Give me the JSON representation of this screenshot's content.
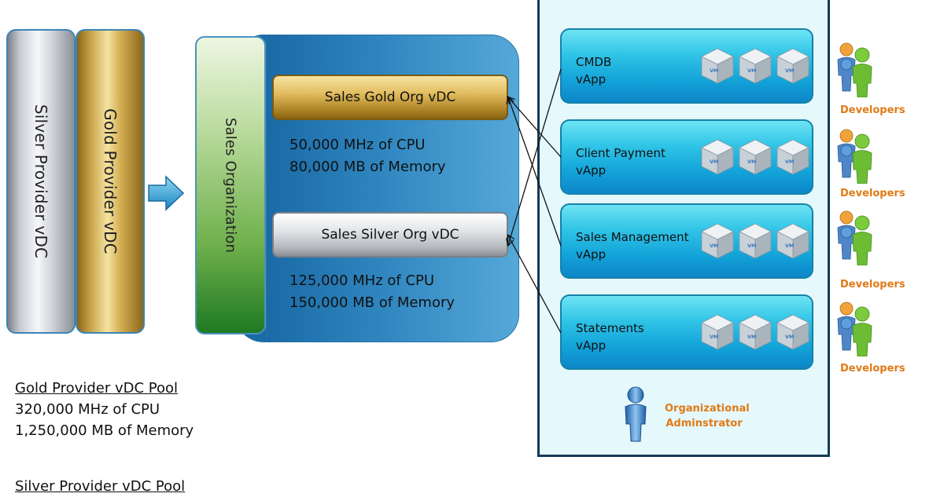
{
  "providers": {
    "silver_label": "Silver Provider vDC",
    "gold_label": "Gold Provider vDC"
  },
  "organization": {
    "label": "Sales Organization",
    "gold_org_vdc": "Sales Gold Org vDC",
    "gold_cpu": "50,000 MHz of CPU",
    "gold_memory": "80,000  MB of Memory",
    "silver_org_vdc": "Sales Silver Org vDC",
    "silver_cpu": "125,000 MHz of CPU",
    "silver_memory": "150,000  MB of Memory"
  },
  "pools": {
    "gold_title": "Gold Provider vDC Pool",
    "gold_cpu": "320,000 MHz of CPU",
    "gold_memory": "1,250,000  MB of Memory",
    "silver_title": "Silver Provider vDC Pool"
  },
  "vapps": [
    {
      "line1": "CMDB",
      "line2": "vApp"
    },
    {
      "line1": "Client Payment",
      "line2": "vApp"
    },
    {
      "line1": "Sales Management",
      "line2": "vApp"
    },
    {
      "line1": "Statements",
      "line2": "vApp"
    }
  ],
  "vm_label": "VM",
  "developers_label": "Developers",
  "admin": {
    "line1": "Organizational",
    "line2": "Adminstrator"
  },
  "colors": {
    "accent_orange": "#e07a16",
    "org_blue": "#2f86bf",
    "vapp_cyan": "#13a3d9"
  }
}
